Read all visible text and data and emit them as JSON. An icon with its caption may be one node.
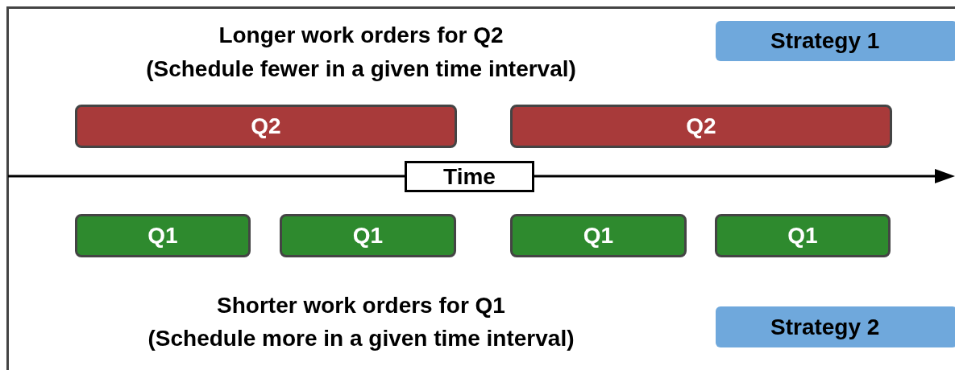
{
  "diagram": {
    "nodes": [
      {
        "text": [
          "Strategy 1"
        ]
      },
      {
        "text": [
          "Q2"
        ]
      },
      {
        "text": [
          "Q2"
        ]
      },
      {
        "text": [
          "Time"
        ]
      },
      {
        "text": [
          "Q1"
        ]
      },
      {
        "text": [
          "Q1"
        ]
      },
      {
        "text": [
          "Q1"
        ]
      },
      {
        "text": [
          "Q1"
        ]
      },
      {
        "text": [
          "Strategy 2"
        ]
      }
    ],
    "edges": [],
    "labels": [
      "Longer work orders for Q2",
      "(Schedule fewer in a given time interval)",
      "Shorter work orders for Q1",
      "(Schedule more in a given time interval)"
    ]
  }
}
